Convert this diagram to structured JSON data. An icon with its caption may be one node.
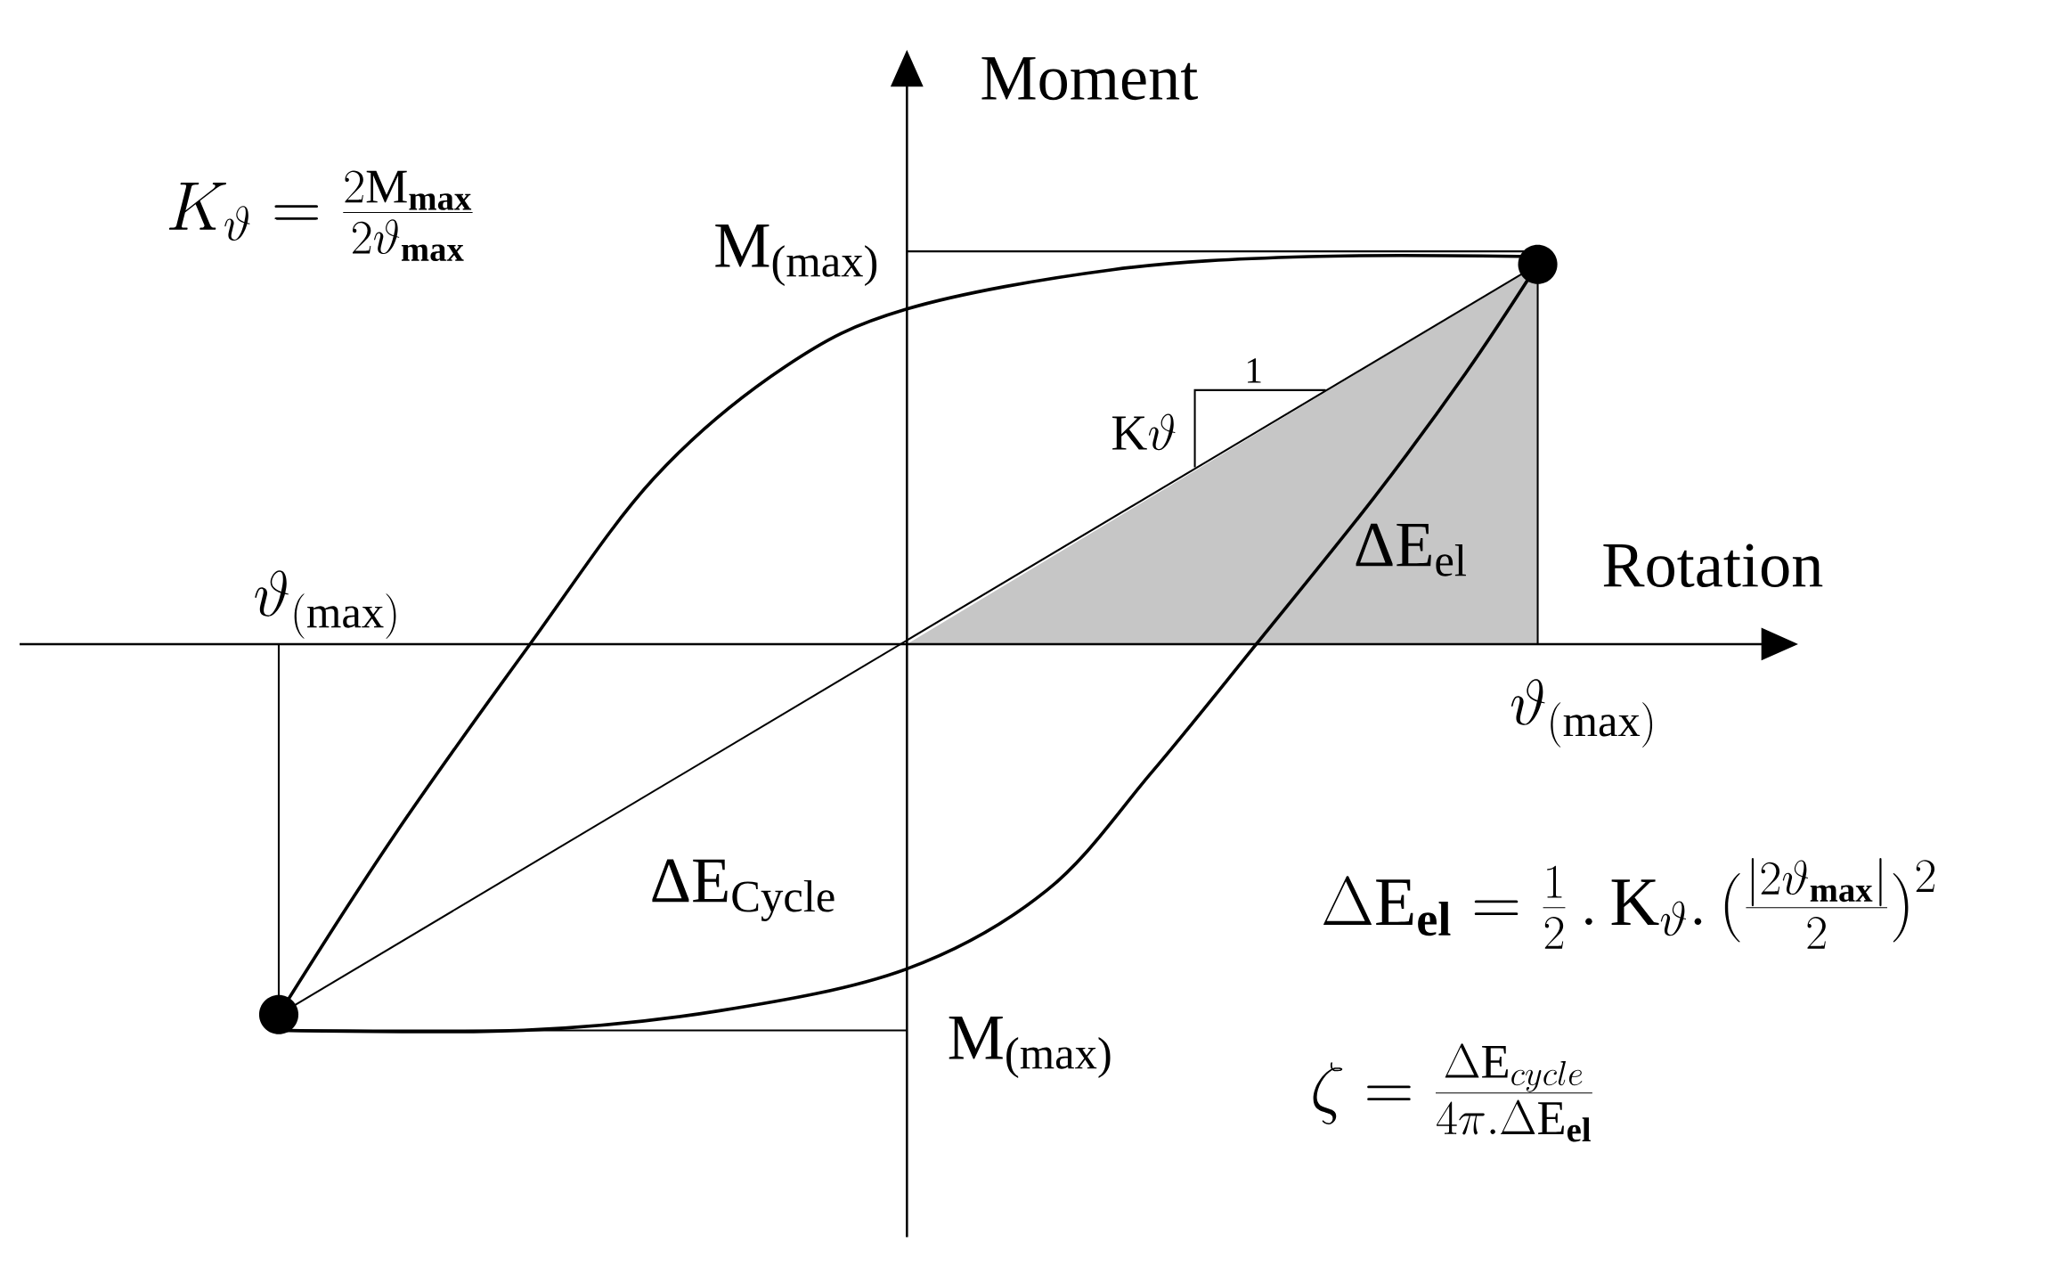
{
  "diagram": {
    "labels": [
      "Moment",
      "K_{\\vartheta} = \\frac{2\\mathrm{M}_{\\mathbf{max}}}{2\\vartheta_{\\mathbf{max}}}",
      "M$_{(max)}$",
      "1",
      "\\mathrm{K}\\vartheta",
      "\\vartheta_{\\mathrm{(max)}}",
      "ΔE$_{el}$",
      "Rotation",
      "\\vartheta_{\\mathrm{(max)}}",
      "ΔE$_{Cycle}$",
      "\\Delta \\mathrm{E}_{\\mathbf{el}} = \\frac{1}{2}\\,.\\,\\mathrm{K}_{\\vartheta}.\\,\\Big(\\frac{|2\\vartheta_{\\mathbf{max}}|}{2}\\Big)^{2}",
      "M$_{(max)}$",
      "\\zeta = \\frac{\\Delta \\mathrm{E}_{cycle}}{4\\pi . \\Delta \\mathrm{E}_{\\mathbf{el}}}"
    ]
  }
}
